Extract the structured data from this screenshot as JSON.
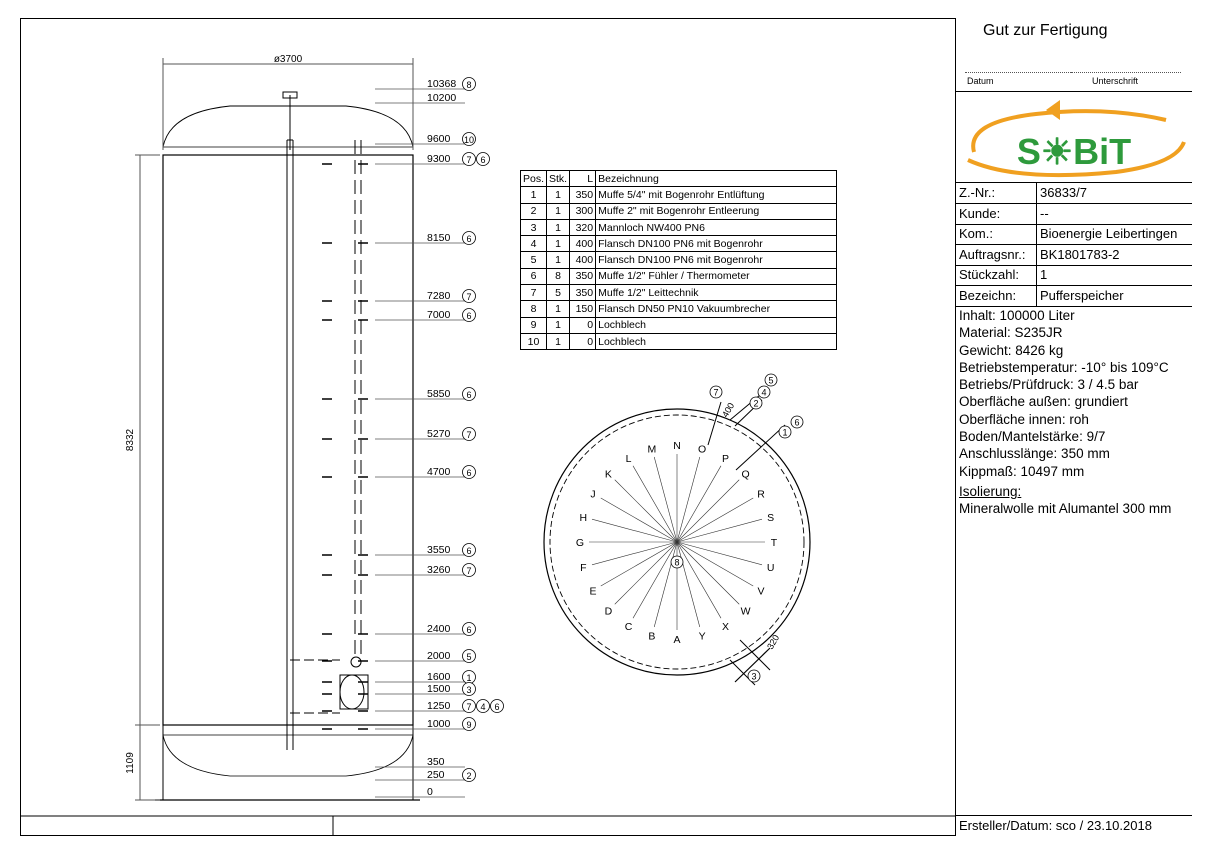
{
  "bom": {
    "headers": [
      "Pos.",
      "Stk.",
      "L",
      "Bezeichnung"
    ],
    "rows": [
      [
        "1",
        "1",
        "350",
        "Muffe 5/4\" mit Bogenrohr Entlüftung"
      ],
      [
        "2",
        "1",
        "300",
        "Muffe 2\" mit Bogenrohr Entleerung"
      ],
      [
        "3",
        "1",
        "320",
        "Mannloch NW400 PN6"
      ],
      [
        "4",
        "1",
        "400",
        "Flansch DN100 PN6 mit Bogenrohr"
      ],
      [
        "5",
        "1",
        "400",
        "Flansch DN100 PN6 mit Bogenrohr"
      ],
      [
        "6",
        "8",
        "350",
        "Muffe 1/2\" Fühler / Thermometer"
      ],
      [
        "7",
        "5",
        "350",
        "Muffe 1/2\" Leittechnik"
      ],
      [
        "8",
        "1",
        "150",
        "Flansch DN50 PN10 Vakuumbrecher"
      ],
      [
        "9",
        "1",
        "0",
        "Lochblech"
      ],
      [
        "10",
        "1",
        "0",
        "Lochblech"
      ]
    ]
  },
  "side_view": {
    "diameter_label": "ø3700",
    "height_label": "8332",
    "bottom_label": "1109",
    "levels": [
      {
        "value": "10368",
        "tags": [
          "8"
        ]
      },
      {
        "value": "10200",
        "tags": []
      },
      {
        "value": "9600",
        "tags": [
          "10"
        ]
      },
      {
        "value": "9300",
        "tags": [
          "7",
          "6"
        ]
      },
      {
        "value": "8150",
        "tags": [
          "6"
        ]
      },
      {
        "value": "7280",
        "tags": [
          "7"
        ]
      },
      {
        "value": "7000",
        "tags": [
          "6"
        ]
      },
      {
        "value": "5850",
        "tags": [
          "6"
        ]
      },
      {
        "value": "5270",
        "tags": [
          "7"
        ]
      },
      {
        "value": "4700",
        "tags": [
          "6"
        ]
      },
      {
        "value": "3550",
        "tags": [
          "6"
        ]
      },
      {
        "value": "3260",
        "tags": [
          "7"
        ]
      },
      {
        "value": "2400",
        "tags": [
          "6"
        ]
      },
      {
        "value": "2000",
        "tags": [
          "5"
        ]
      },
      {
        "value": "1600",
        "tags": [
          "1"
        ]
      },
      {
        "value": "1500",
        "tags": [
          "3"
        ]
      },
      {
        "value": "1250",
        "tags": [
          "7",
          "4",
          "6"
        ]
      },
      {
        "value": "1000",
        "tags": [
          "9"
        ]
      },
      {
        "value": "350",
        "tags": []
      },
      {
        "value": "250",
        "tags": [
          "2"
        ]
      },
      {
        "value": "0",
        "tags": []
      }
    ]
  },
  "top_view": {
    "angle_letters": [
      "N",
      "O",
      "P",
      "Q",
      "R",
      "S",
      "T",
      "U",
      "V",
      "W",
      "X",
      "Y",
      "A",
      "B",
      "C",
      "D",
      "E",
      "F",
      "G",
      "H",
      "J",
      "K",
      "L",
      "M"
    ],
    "center_tag": "8",
    "nozzle_tags": [
      "7",
      "5",
      "4",
      "2",
      "1",
      "6",
      "3"
    ],
    "dim_400": "400",
    "dim_320": "320"
  },
  "title_block": {
    "approval": "Gut zur Fertigung",
    "date_label": "Datum",
    "signature_label": "Unterschrift",
    "logo_text": "S☀BiT",
    "fields": [
      {
        "label": "Z.-Nr.:",
        "value": "36833/7"
      },
      {
        "label": "Kunde:",
        "value": "--"
      },
      {
        "label": "Kom.:",
        "value": "Bioenergie Leibertingen"
      },
      {
        "label": "Auftragsnr.:",
        "value": "BK1801783-2"
      },
      {
        "label": "Stückzahl:",
        "value": "1"
      },
      {
        "label": "Bezeichn:",
        "value": "Pufferspeicher"
      }
    ],
    "specs": [
      "Inhalt: 100000 Liter",
      "Material: S235JR",
      "Gewicht: 8426 kg",
      "Betriebstemperatur: -10° bis 109°C",
      "Betriebs/Prüfdruck: 3 / 4.5 bar",
      "Oberfläche außen: grundiert",
      "Oberfläche innen: roh",
      "Boden/Mantelstärke: 9/7",
      "Anschlusslänge: 350 mm",
      "Kippmaß: 10497 mm"
    ],
    "insulation_heading": "Isolierung",
    "insulation_colon": ":",
    "insulation_text": "Mineralwolle mit Alumantel 300 mm",
    "creator": "Ersteller/Datum: sco / 23.10.2018"
  },
  "colors": {
    "logo_green": "#2e9a3c",
    "logo_orange": "#f0a020",
    "line": "#000000",
    "dim": "#555555"
  }
}
